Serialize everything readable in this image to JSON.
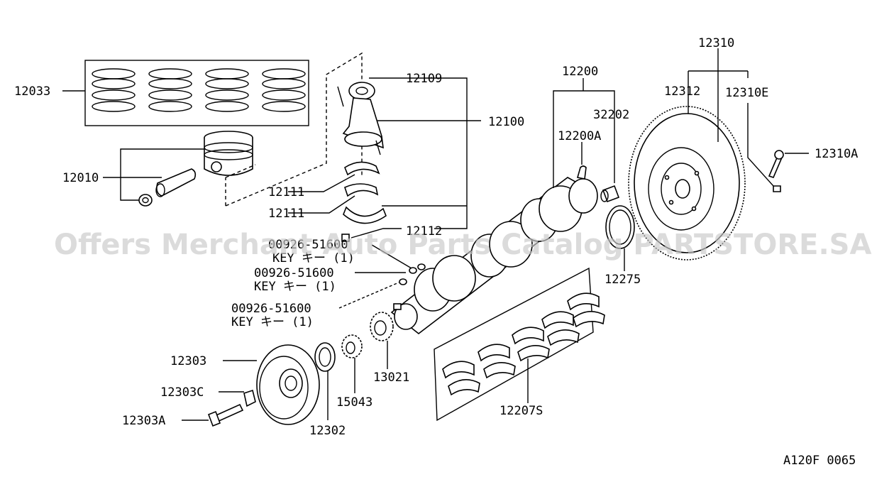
{
  "diagram_code": "A120F 0065",
  "watermark": "Offers Merchant Auto Parts Catalog PARTSTORE.SA",
  "labels": {
    "p12033": "12033",
    "p12010": "12010",
    "p12109": "12109",
    "p12100": "12100",
    "p12111a": "12111",
    "p12111b": "12111",
    "p12112": "12112",
    "p12200": "12200",
    "p32202": "32202",
    "p12200A": "12200A",
    "p12310": "12310",
    "p12312": "12312",
    "p12310E": "12310E",
    "p12310A": "12310A",
    "p12275": "12275",
    "key1_part": "00926-51600",
    "key1_desc": "KEY キー (1)",
    "key2_part": "00926-51600",
    "key2_desc": "KEY キー (1)",
    "key3_part": "00926-51600",
    "key3_desc": "KEY キー (1)",
    "p12303": "12303",
    "p12303C": "12303C",
    "p12303A": "12303A",
    "p12302": "12302",
    "p15043": "15043",
    "p13021": "13021",
    "p12207S": "12207S"
  }
}
